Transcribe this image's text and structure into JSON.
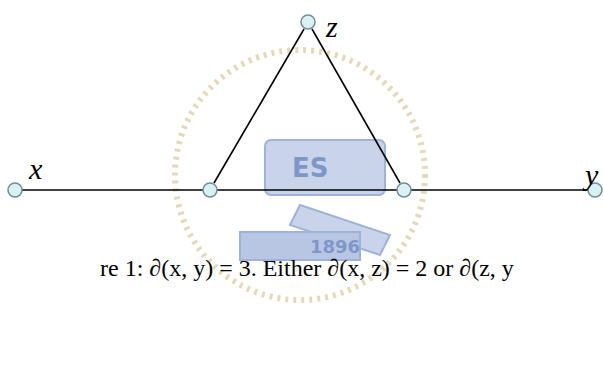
{
  "diagram": {
    "caption": "re 1: ∂(x, y) = 3. Either ∂(x, z) = 2 or ∂(z, y",
    "nodes": [
      {
        "text": [
          "z"
        ]
      },
      {
        "text": [
          "x"
        ]
      },
      {
        "text": [
          "y"
        ]
      }
    ],
    "labels": [
      "ES",
      "1896"
    ]
  }
}
